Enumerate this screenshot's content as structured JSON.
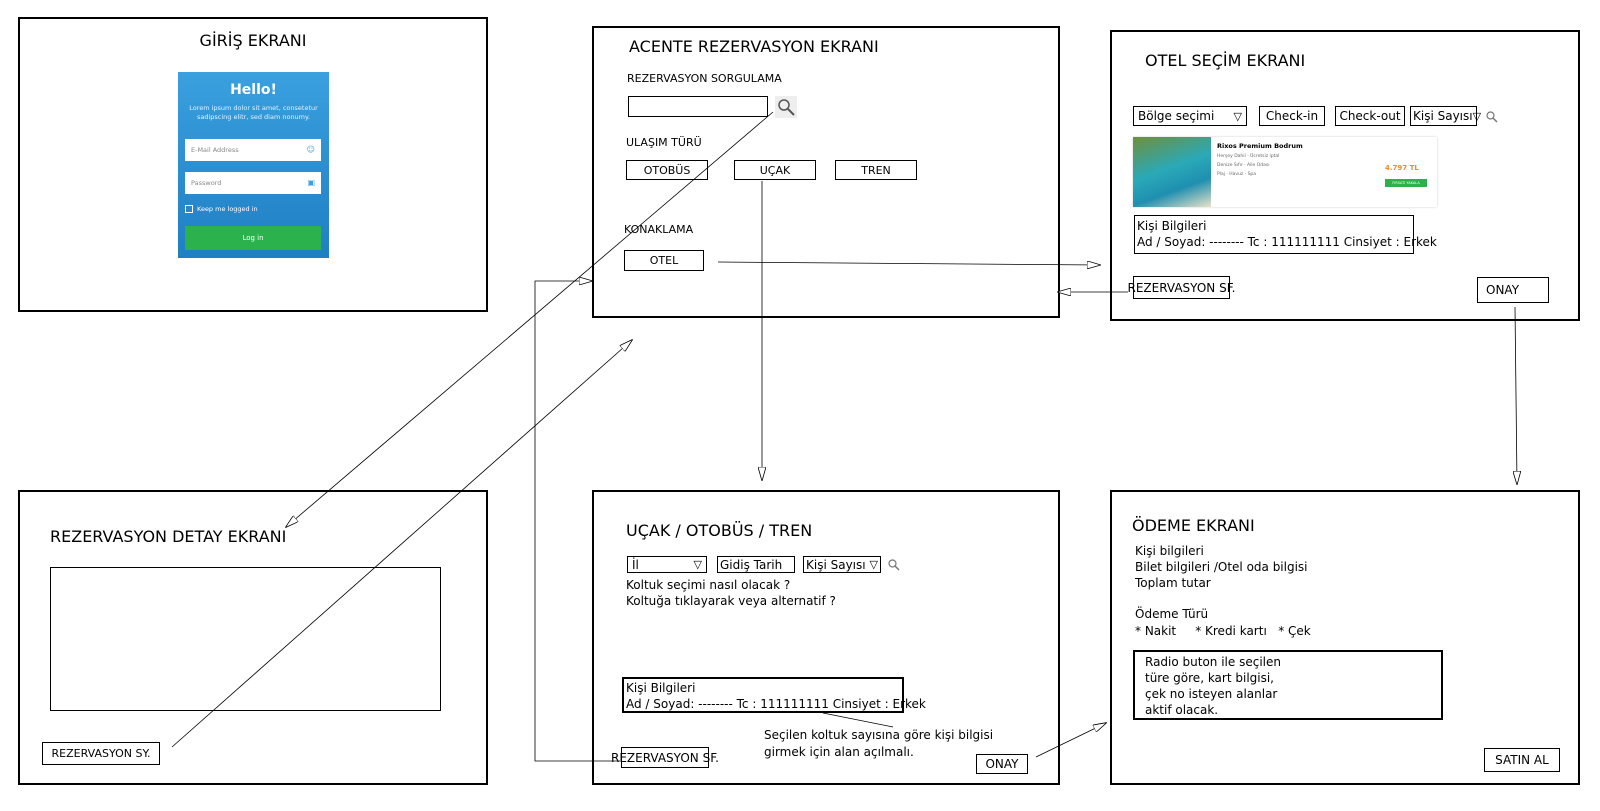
{
  "login": {
    "title": "GİRİŞ EKRANI",
    "hello": "Hello!",
    "lorem": "Lorem ipsum dolor sit amet, consetetur sadipscing elitr, sed diam nonumy.",
    "email_placeholder": "E-Mail Address",
    "password_placeholder": "Password",
    "keep_logged": "Keep me logged in",
    "login_button": "Log in"
  },
  "agency": {
    "title": "ACENTE REZERVASYON EKRANI",
    "query_label": "REZERVASYON SORGULAMA",
    "transport_label": "ULAŞIM TÜRÜ",
    "btn_bus": "OTOBÜS",
    "btn_plane": "UÇAK",
    "btn_train": "TREN",
    "accommodation_label": "KONAKLAMA",
    "btn_hotel": "OTEL"
  },
  "hotel": {
    "title": "OTEL SEÇİM EKRANI",
    "region": "Bölge seçimi",
    "checkin": "Check-in",
    "checkout": "Check-out",
    "people": "Kişi Sayısı",
    "card_name": "Rixos Premium Bodrum",
    "card_line1": "Herşey Dahil · Ücretsiz iptal",
    "card_line2": "Denize Sıfır · Aile Odası",
    "card_line3": "Plaj · Havuz · Spa",
    "card_price": "4.797 TL",
    "card_button": "FIRSATI YAKALA",
    "person_info_title": "Kişi Bilgileri",
    "person_info_line": "Ad / Soyad: -------- Tc  : 111111111   Cinsiyet : Erkek",
    "reservation_btn": "REZERVASYON SF.",
    "confirm_btn": "ONAY"
  },
  "detail": {
    "title": "REZERVASYON DETAY EKRANI",
    "reservation_btn": "REZERVASYON SY."
  },
  "transport": {
    "title": "UÇAK / OTOBÜS / TREN",
    "city": "İl",
    "departure": "Gidiş Tarih",
    "people": "Kişi Sayısı",
    "seat_q1": "Koltuk seçimi nasıl olacak ?",
    "seat_q2": "Koltuğa tıklayarak veya alternatif ?",
    "person_info_title": "Kişi Bilgileri",
    "person_info_line": "Ad / Soyad: -------- Tc  : 111111111   Cinsiyet : Erkek",
    "note_line1": "Seçilen koltuk sayısına göre kişi bilgisi",
    "note_line2": "girmek için alan açılmalı.",
    "reservation_btn": "REZERVASYON SF.",
    "confirm_btn": "ONAY"
  },
  "payment": {
    "title": "ÖDEME EKRANI",
    "line1": "Kişi bilgileri",
    "line2": "Bilet bilgileri /Otel oda bilgisi",
    "line3": "Toplam tutar",
    "type_label": "Ödeme Türü",
    "type_options": "* Nakit     * Kredi kartı   * Çek",
    "note1": "Radio buton ile seçilen",
    "note2": "türe göre, kart bilgisi,",
    "note3": "çek no isteyen alanlar",
    "note4": "aktif olacak.",
    "buy_btn": "SATIN AL"
  }
}
